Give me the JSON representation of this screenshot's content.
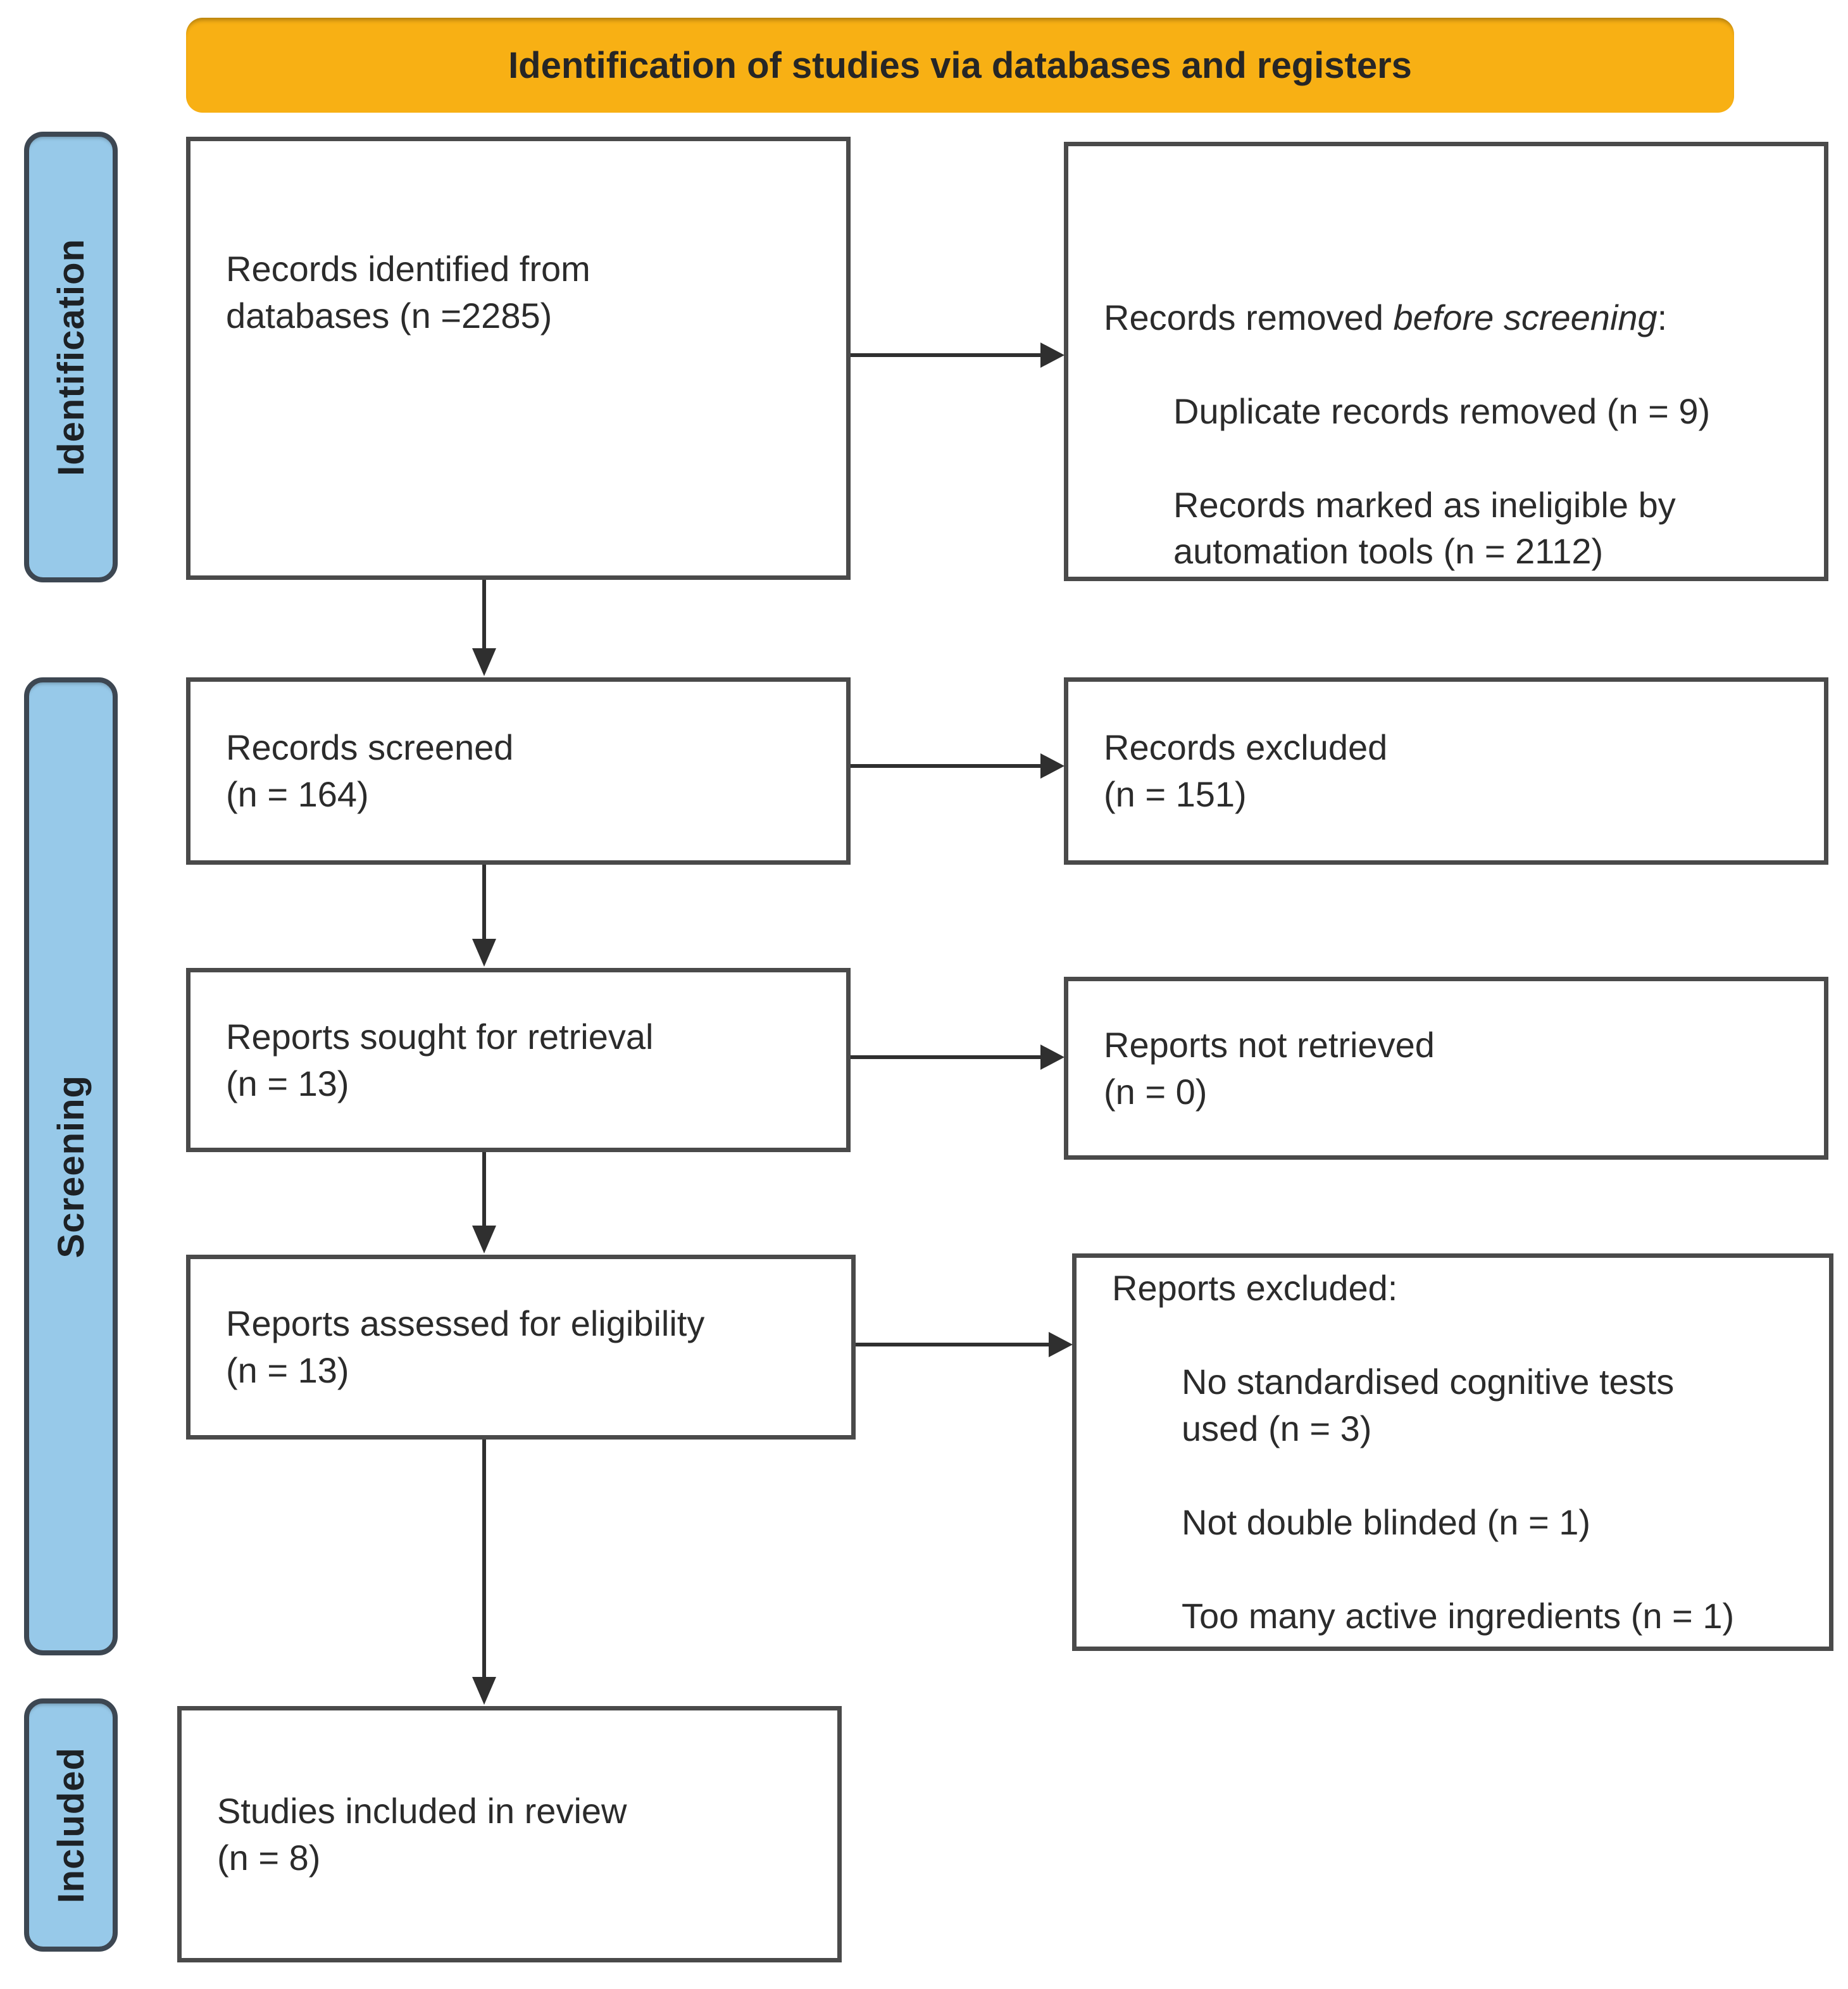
{
  "banner": {
    "label": "Identification of studies via databases and registers"
  },
  "colors": {
    "banner_bg": "#F8B014",
    "sidebar_bg": "#97C9E9",
    "sidebar_border": "#3D4752",
    "box_border": "#4A4A4A",
    "arrow": "#2F2F2F"
  },
  "sidebar": {
    "items": [
      {
        "label": "Identification"
      },
      {
        "label": "Screening"
      },
      {
        "label": "Included"
      }
    ]
  },
  "boxes": {
    "identified": {
      "text": "Records identified from\ndatabases (n =2285)"
    },
    "removed": {
      "heading_prefix": "Records removed ",
      "heading_italic": "before screening",
      "heading_suffix": ":",
      "items": [
        "Duplicate records removed (n = 9)",
        "Records marked as ineligible by automation tools (n = 2112)"
      ]
    },
    "screened": {
      "text": "Records screened\n(n = 164)"
    },
    "excluded": {
      "text": "Records excluded\n(n = 151)"
    },
    "sought": {
      "text": "Reports sought for retrieval\n(n = 13)"
    },
    "not_retrieved": {
      "text": "Reports not retrieved\n(n = 0)"
    },
    "assessed": {
      "text": "Reports assessed for eligibility\n(n = 13)"
    },
    "reports_excluded": {
      "heading": "Reports excluded:",
      "items": [
        "No standardised cognitive tests used (n = 3)",
        "Not double blinded (n = 1)",
        "Too many active ingredients (n = 1)"
      ]
    },
    "included_studies": {
      "text": "Studies included in review\n(n = 8)"
    }
  }
}
